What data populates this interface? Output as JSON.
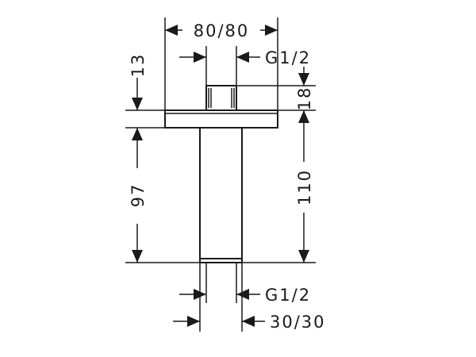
{
  "dimensions": {
    "top_width": "80/80",
    "thread_top": "G1/2",
    "flange_height": "13",
    "thread_height": "18",
    "pipe_length": "97",
    "total_length": "110",
    "thread_bottom": "G1/2",
    "pipe_size": "30/30"
  },
  "colors": {
    "line": "#1a1a1a",
    "background": "#ffffff"
  }
}
